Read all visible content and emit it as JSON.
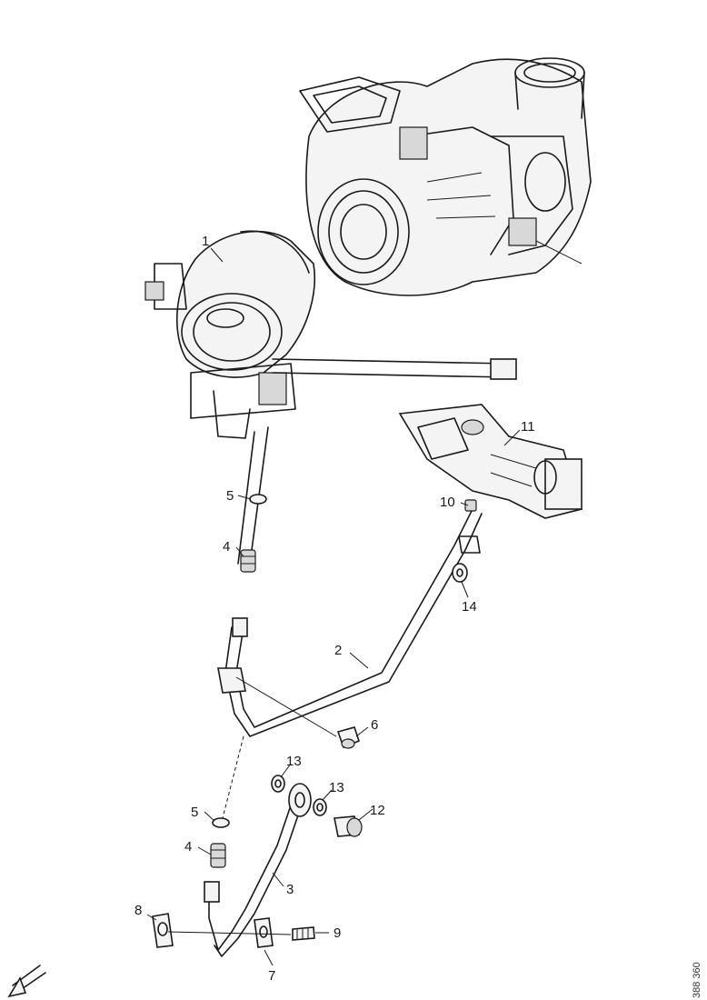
{
  "callouts": {
    "c1": "1",
    "c2": "2",
    "c3": "3",
    "c4a": "4",
    "c4b": "4",
    "c5a": "5",
    "c5b": "5",
    "c6": "6",
    "c7": "7",
    "c8": "8",
    "c9": "9",
    "c10": "10",
    "c11": "11",
    "c12": "12",
    "c13a": "13",
    "c13b": "13",
    "c14": "14"
  },
  "reference_code": "388 360",
  "icons": {
    "direction_arrow": "arrow-down-left-icon"
  }
}
